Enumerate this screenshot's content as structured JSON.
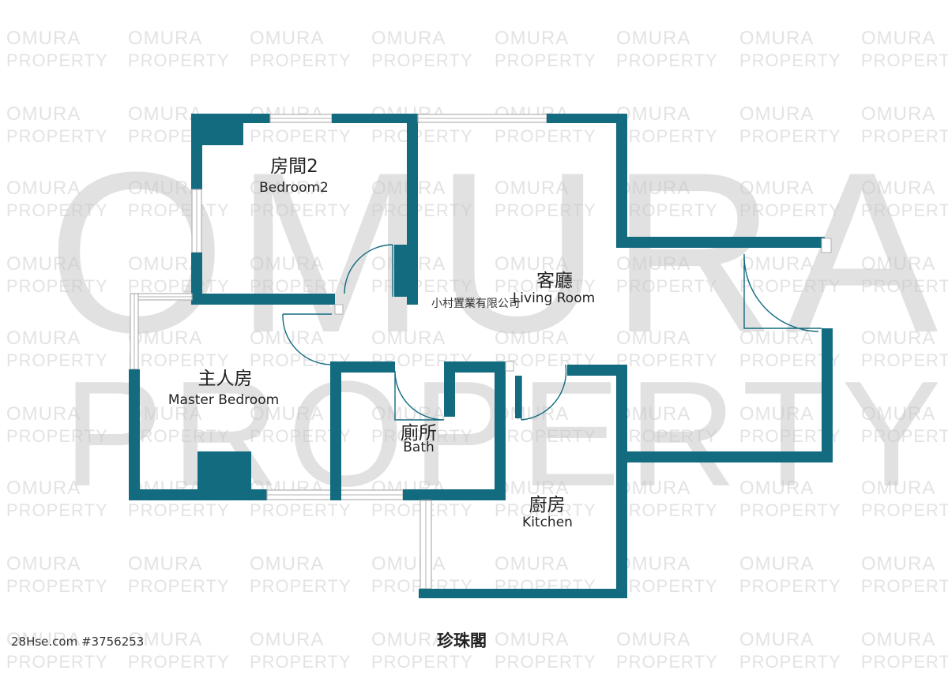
{
  "watermark": {
    "tile_line1": "OMURA",
    "tile_line2": "PROPERTY",
    "big_line1": "OMURA",
    "big_line2": "PROPERTY"
  },
  "rooms": {
    "bedroom2": {
      "zh": "房間2",
      "en": "Bedroom2"
    },
    "living": {
      "zh": "客廳",
      "en": "Living Room"
    },
    "master": {
      "zh": "主人房",
      "en": "Master Bedroom"
    },
    "bath": {
      "zh": "廁所",
      "en": "Bath"
    },
    "kitchen": {
      "zh": "廚房",
      "en": "Kitchen"
    }
  },
  "company_note": "小村置業有限公司",
  "footer": {
    "listing_id": "28Hse.com #3756253",
    "building": "珍珠閣"
  },
  "colors": {
    "wall": "#136b80",
    "window": "#b0b0b0"
  }
}
